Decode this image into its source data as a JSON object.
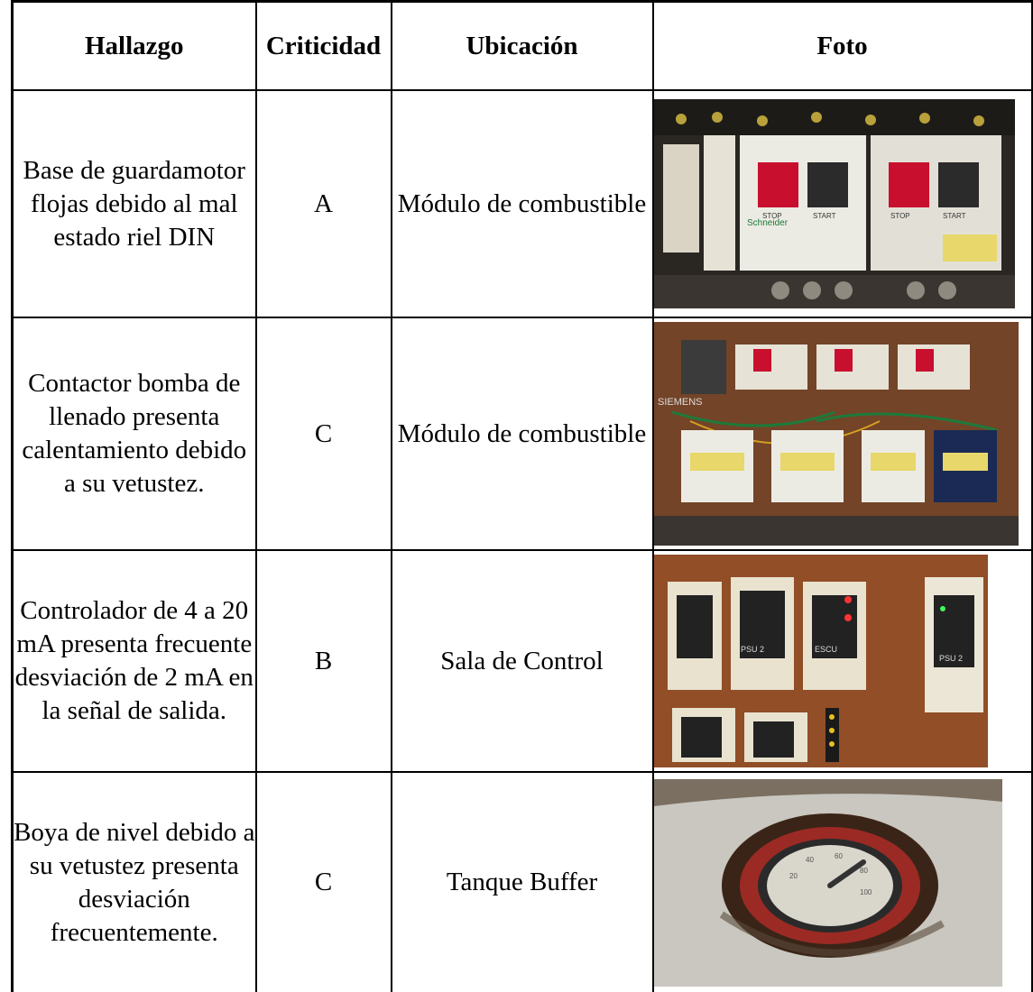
{
  "table": {
    "headers": [
      "Hallazgo",
      "Criticidad",
      "Ubicación",
      "Foto"
    ],
    "rows": [
      {
        "hallazgo": "Base de guardamotor flojas debido al mal estado riel DIN",
        "criticidad": "A",
        "ubicacion": "Módulo de combustible",
        "foto": "photo-guardamotor",
        "photo_brand": "Schneider",
        "photo_labels": [
          "STOP",
          "START",
          "STOP",
          "START"
        ]
      },
      {
        "hallazgo": "Contactor bomba de llenado presenta calentamiento debido a su vetustez.",
        "criticidad": "C",
        "ubicacion": "Módulo de combustible",
        "foto": "photo-contactor",
        "photo_brand": "SIEMENS"
      },
      {
        "hallazgo": "Controlador de 4 a 20 mA presenta frecuente desviación de 2 mA en la señal de salida.",
        "criticidad": "B",
        "ubicacion": "Sala de Control",
        "foto": "photo-controller",
        "photo_labels": [
          "PSU 2",
          "ESCU",
          "PSU 2"
        ]
      },
      {
        "hallazgo": "Boya de nivel debido a su vetustez presenta desviación frecuentemente.",
        "criticidad": "C",
        "ubicacion": "Tanque Buffer",
        "foto": "photo-level-gauge",
        "photo_labels": [
          "20",
          "40",
          "60",
          "80",
          "100"
        ]
      }
    ]
  },
  "colors": {
    "border": "#000000",
    "panel_orange": "#c8652a",
    "breaker_red": "#c8102e",
    "gauge_red": "#9b2a24"
  }
}
